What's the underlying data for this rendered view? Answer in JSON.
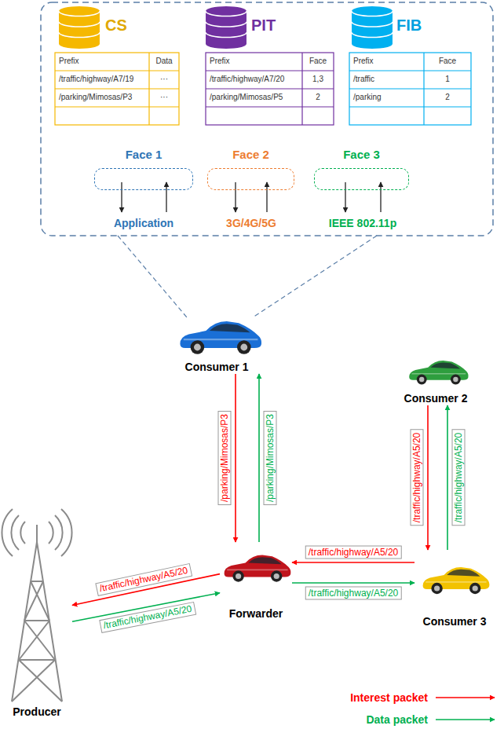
{
  "diagram": {
    "nodes": [
      {
        "text": [
          "Face 1"
        ]
      },
      {
        "text": [
          "Face 2"
        ]
      },
      {
        "text": [
          "Face 3"
        ]
      },
      {
        "text": [
          "Consumer 1"
        ]
      },
      {
        "text": [
          "Consumer 2"
        ]
      },
      {
        "text": [
          "Forwarder"
        ]
      },
      {
        "text": [
          "Consumer 3"
        ]
      },
      {
        "text": [
          "Producer"
        ]
      }
    ],
    "edges": [
      {
        "from": 3,
        "to": 5,
        "label": "/parking/Mimosas/P3",
        "arrow": "to"
      },
      {
        "from": 5,
        "to": 3,
        "label": "/parking/Mimosas/P3",
        "arrow": "to"
      },
      {
        "from": 4,
        "to": 6,
        "label": "/traffic/highway/A5/20",
        "arrow": "to"
      },
      {
        "from": 6,
        "to": 4,
        "label": "/traffic/highway/A5/20",
        "arrow": "to"
      },
      {
        "from": 6,
        "to": 5,
        "label": "/traffic/highway/A5/20",
        "arrow": "to"
      },
      {
        "from": 5,
        "to": 6,
        "label": "/traffic/highway/A5/20",
        "arrow": "to"
      },
      {
        "from": 5,
        "to": 7,
        "label": "/traffic/highway/A5/20",
        "arrow": "to"
      },
      {
        "from": 7,
        "to": 5,
        "label": "/traffic/highway/A5/20",
        "arrow": "to"
      }
    ],
    "labels": [
      "CS",
      "PIT",
      "FIB",
      "Prefix",
      "Data",
      "/traffic/highway/A7/19",
      "···",
      "/parking/Mimosas/P3",
      "···",
      "Prefix",
      "Face",
      "/traffic/highway/A7/20",
      "1,3",
      "/parking/Mimosas/P5",
      "2",
      "Prefix",
      "Face",
      "/traffic",
      "1",
      "/parking",
      "2",
      "Application",
      "3G/4G/5G",
      "IEEE 802.11p"
    ],
    "legend": [
      {
        "text": "Interest packet"
      },
      {
        "text": "Data packet"
      }
    ]
  }
}
